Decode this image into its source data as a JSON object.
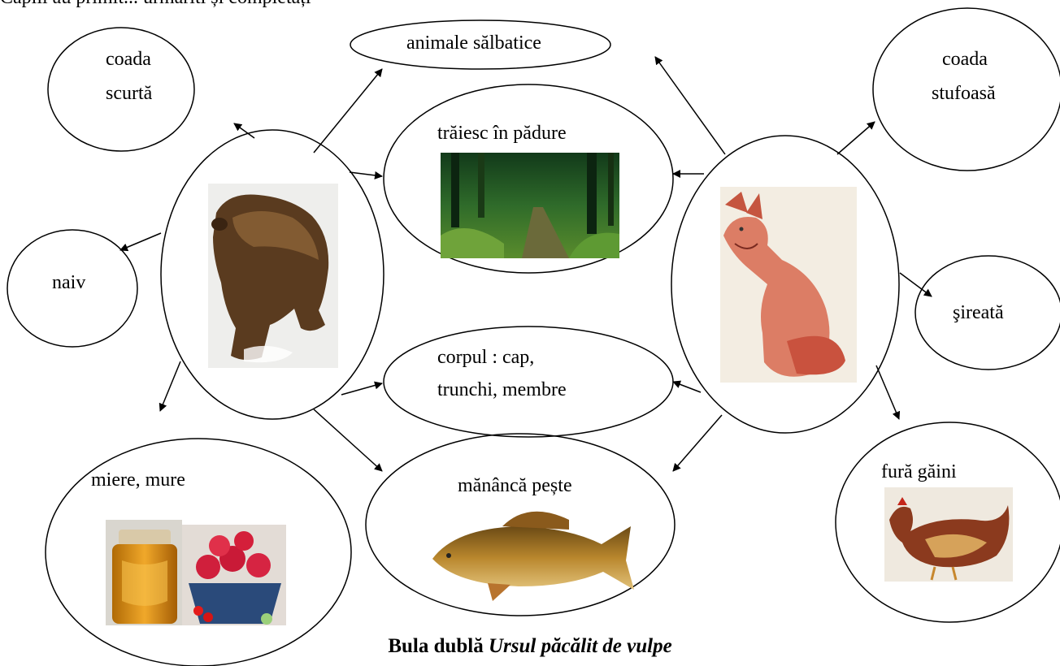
{
  "header_fragment": "Capiii au primit... urmariti și completați",
  "nodes": {
    "animale_salbatice": "animale sălbatice",
    "traiesc_in_padure": "trăiesc în pădure",
    "corpul_line1": "corpul : cap,",
    "corpul_line2": "trunchi, membre",
    "mananca_peste": "mănâncă pește",
    "coada_scurta_line1": "coada",
    "coada_scurta_line2": "scurtă",
    "naiv": "naiv",
    "miere_mure": "miere, mure",
    "coada_stufoasa_line1": "coada",
    "coada_stufoasa_line2": "stufoasă",
    "sireata": "şireată",
    "fura_gaini": "fură găini"
  },
  "caption": {
    "bold": "Bula dublă",
    "italic": "Ursul păcălit de vulpe"
  }
}
